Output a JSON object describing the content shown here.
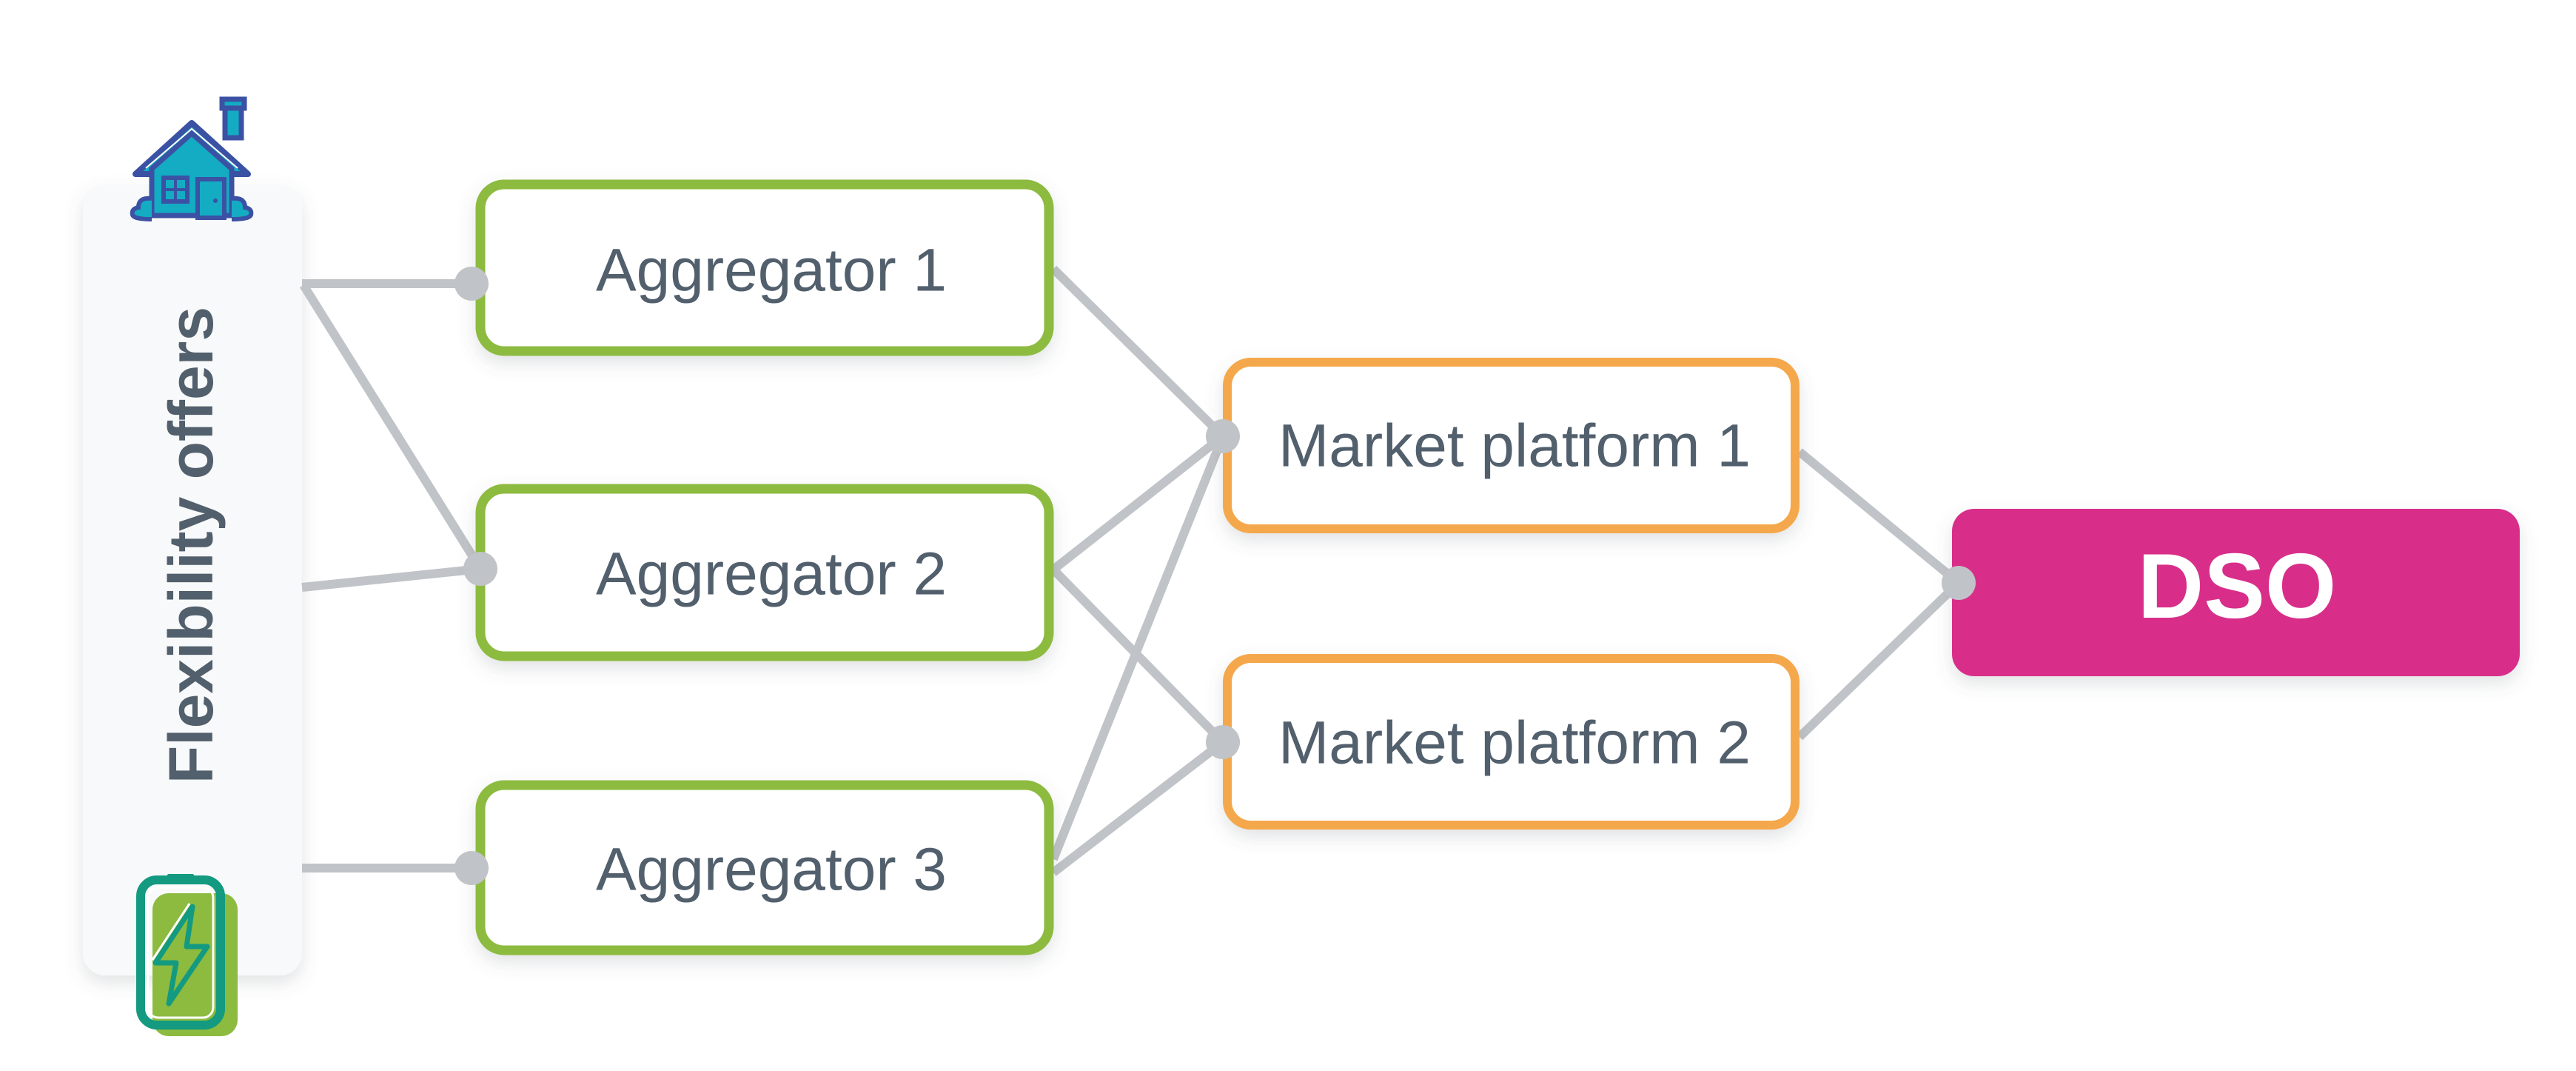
{
  "diagram": {
    "type": "flow",
    "source": {
      "label": "Flexibility offers",
      "icons": [
        "house-icon",
        "battery-icon"
      ]
    },
    "aggregators": [
      {
        "id": "agg1",
        "label": "Aggregator 1"
      },
      {
        "id": "agg2",
        "label": "Aggregator 2"
      },
      {
        "id": "agg3",
        "label": "Aggregator 3"
      }
    ],
    "market_platforms": [
      {
        "id": "mp1",
        "label": "Market platform 1"
      },
      {
        "id": "mp2",
        "label": "Market platform 2"
      }
    ],
    "dso": {
      "id": "dso",
      "label": "DSO"
    },
    "edges": [
      {
        "from": "source",
        "to": "agg1"
      },
      {
        "from": "source",
        "to": "agg2"
      },
      {
        "from": "source",
        "to": "agg2"
      },
      {
        "from": "source",
        "to": "agg3"
      },
      {
        "from": "agg1",
        "to": "mp1"
      },
      {
        "from": "agg2",
        "to": "mp1"
      },
      {
        "from": "agg2",
        "to": "mp2"
      },
      {
        "from": "agg3",
        "to": "mp1"
      },
      {
        "from": "agg3",
        "to": "mp2"
      },
      {
        "from": "mp1",
        "to": "dso"
      },
      {
        "from": "mp2",
        "to": "dso"
      }
    ]
  },
  "colors": {
    "aggregator_border": "#8CBB3F",
    "market_border": "#F4A84C",
    "dso_fill": "#D82F8A",
    "connector": "#C0C3C7",
    "text": "#525F6C",
    "panel": "#F8F9FA",
    "house_fill": "#13ACC3",
    "house_outline": "#3B51A3",
    "battery_outline": "#139A80",
    "battery_fill": "#8CBB3F"
  }
}
